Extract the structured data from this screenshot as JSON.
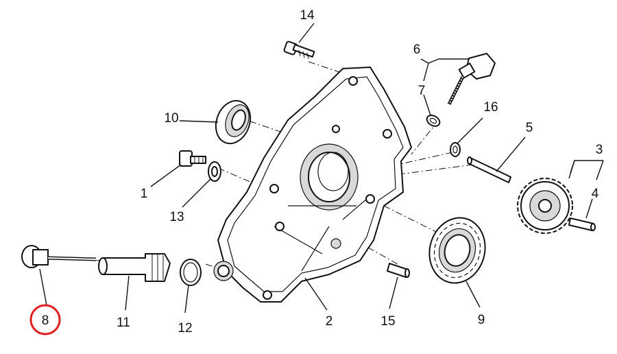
{
  "diagram": {
    "callouts": [
      {
        "id": "c1",
        "text": "1"
      },
      {
        "id": "c2",
        "text": "2"
      },
      {
        "id": "c3",
        "text": "3"
      },
      {
        "id": "c4",
        "text": "4"
      },
      {
        "id": "c5",
        "text": "5"
      },
      {
        "id": "c6",
        "text": "6"
      },
      {
        "id": "c7",
        "text": "7"
      },
      {
        "id": "c8",
        "text": "8"
      },
      {
        "id": "c9",
        "text": "9"
      },
      {
        "id": "c10",
        "text": "10"
      },
      {
        "id": "c11",
        "text": "11"
      },
      {
        "id": "c12",
        "text": "12"
      },
      {
        "id": "c13",
        "text": "13"
      },
      {
        "id": "c14",
        "text": "14"
      },
      {
        "id": "c15",
        "text": "15"
      },
      {
        "id": "c16",
        "text": "16"
      }
    ],
    "highlight": {
      "callout": "8",
      "color": "#e02020"
    }
  }
}
